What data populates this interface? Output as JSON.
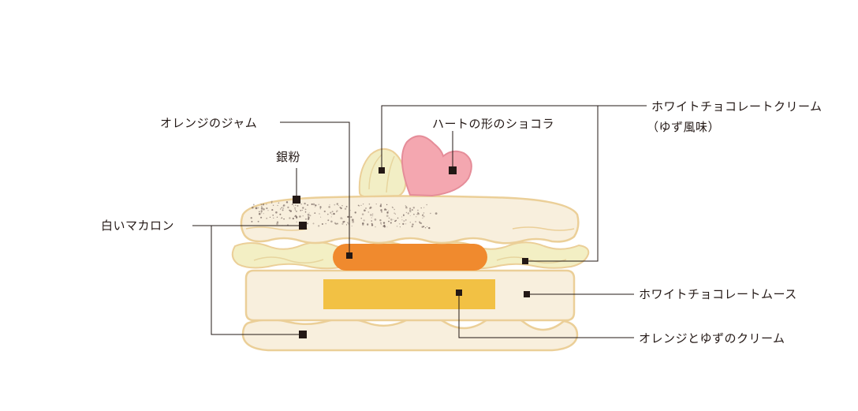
{
  "diagram": {
    "labels": {
      "white_choco_cream_line1": "ホワイトチョコレートクリーム",
      "white_choco_cream_line2": "（ゆず風味）",
      "heart_chocolate": "ハートの形のショコラ",
      "orange_jam": "オレンジのジャム",
      "silver_powder": "銀粉",
      "white_macaron": "白いマカロン",
      "white_choco_mousse": "ホワイトチョコレートムース",
      "orange_yuzu_cream": "オレンジとゆずのクリーム"
    },
    "colors": {
      "shell_fill": "#f8efdd",
      "shell_stroke": "#ebcf98",
      "cream_fill": "#f3efc4",
      "mousse_fill": "#f8efdd",
      "insert_fill": "#f2c144",
      "jam_fill": "#f08a2e",
      "heart_fill": "#f4a7b0",
      "heart_stroke": "#e58d99",
      "rosette_fill": "#f2eec5",
      "speckle": "#6d5c57",
      "line": "#231815"
    }
  }
}
